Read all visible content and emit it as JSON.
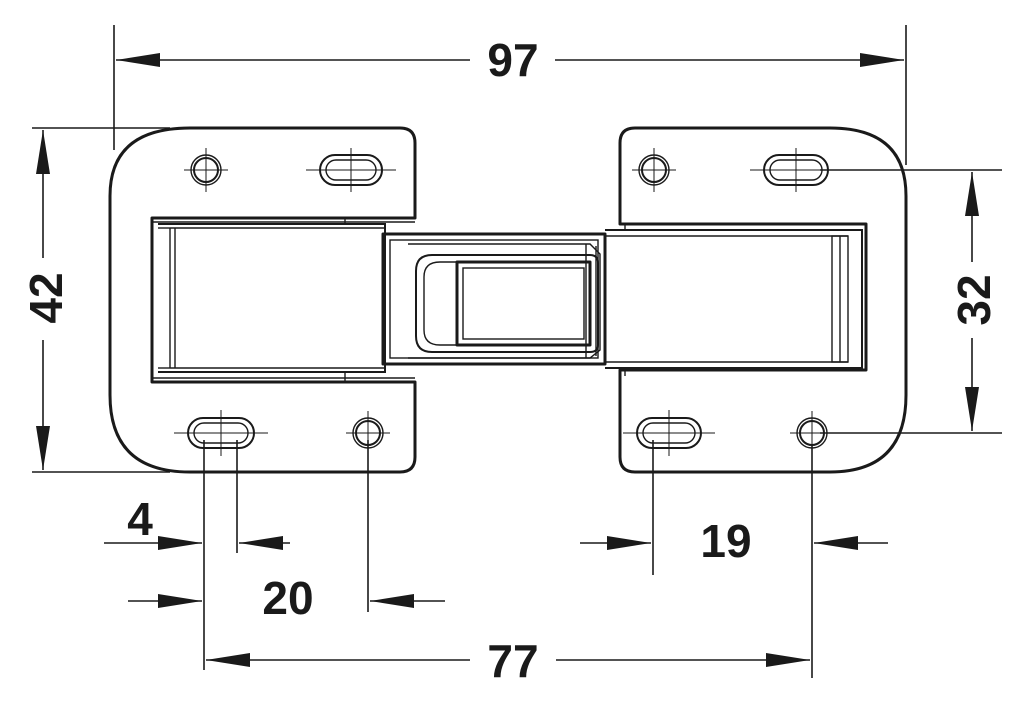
{
  "dimensions": {
    "overall_width": "97",
    "overall_height": "42",
    "right_hole_spacing": "32",
    "edge_offset": "4",
    "left_hole_spacing": "20",
    "right_plate_hole_offset": "19",
    "hole_distance": "77"
  }
}
